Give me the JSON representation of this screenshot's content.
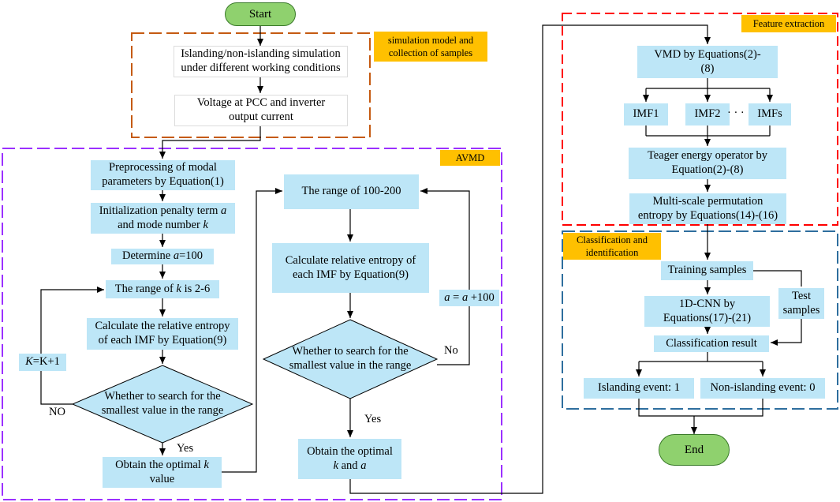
{
  "start": "Start",
  "end": "End",
  "groups": {
    "simulation": "simulation model and collection of samples",
    "avmd": "AVMD",
    "feature": "Feature extraction",
    "classification": "Classification and identification"
  },
  "simulation_steps": {
    "islanding_sim_1": "Islanding/non-islanding simulation",
    "islanding_sim_2": "under different working conditions",
    "voltage_1": "Voltage at PCC and inverter",
    "voltage_2": "output current"
  },
  "avmd_left": {
    "preprocessing_1": "Preprocessing of modal",
    "preprocessing_2": "parameters by Equation(1)",
    "init_1_pre": "Initialization penalty term ",
    "init_1_var": "a",
    "init_2_pre": "and mode number ",
    "init_2_var": "k",
    "determine_pre": "Determine ",
    "determine_var": "a",
    "determine_post": "=100",
    "range_k_pre": "The range of ",
    "range_k_var": "k",
    "range_k_post": " is 2-6",
    "calc_1": "Calculate the relative entropy",
    "calc_2": "of each IMF by Equation(9)",
    "decision_1": "Whether to search for the",
    "decision_2": "smallest value in the range",
    "optimal_k_1_pre": "Obtain the optimal ",
    "optimal_k_1_var": "k",
    "optimal_k_2": "value",
    "loop_var": "K",
    "loop_expr": "=K+1",
    "no_label": "NO",
    "yes_label": "Yes"
  },
  "avmd_right": {
    "range_100": "The range of 100-200",
    "calc_1": "Calculate relative entropy of",
    "calc_2": "each IMF by Equation(9)",
    "decision_1": "Whether to search for the",
    "decision_2": "smallest value in the range",
    "loop_a1": "a",
    "loop_mid": " = ",
    "loop_a2": "a",
    "loop_post": " +100",
    "no_label": "No",
    "yes_label": "Yes",
    "optimal_1": "Obtain the optimal",
    "optimal_2_k": "k",
    "optimal_2_and": " and ",
    "optimal_2_a": "a"
  },
  "feature_steps": {
    "vmd_1": "VMD by Equations(2)-",
    "vmd_2": "(8)",
    "imf1": "IMF1",
    "imf2": "IMF2",
    "dots": "· · ·",
    "imfs": "IMFs",
    "teager_1": "Teager energy operator by",
    "teager_2": "Equation(2)-(8)",
    "mpe_1": "Multi-scale permutation",
    "mpe_2": "entropy by Equations(14)-(16)"
  },
  "classification_steps": {
    "training": "Training samples",
    "cnn_1": "1D-CNN by",
    "cnn_2": "Equations(17)-(21)",
    "test_1": "Test",
    "test_2": "samples",
    "result": "Classification result",
    "islanding": "Islanding event: 1",
    "non_islanding": "Non-islanding event: 0"
  },
  "colors": {
    "step_fill": "#bde6f7",
    "terminal_fill": "#8fd16e",
    "tag_fill": "#ffc000",
    "simulation_border": "#c55a11",
    "avmd_border": "#9b30ff",
    "feature_border": "#ff0000",
    "classification_border": "#2e6e9e"
  }
}
